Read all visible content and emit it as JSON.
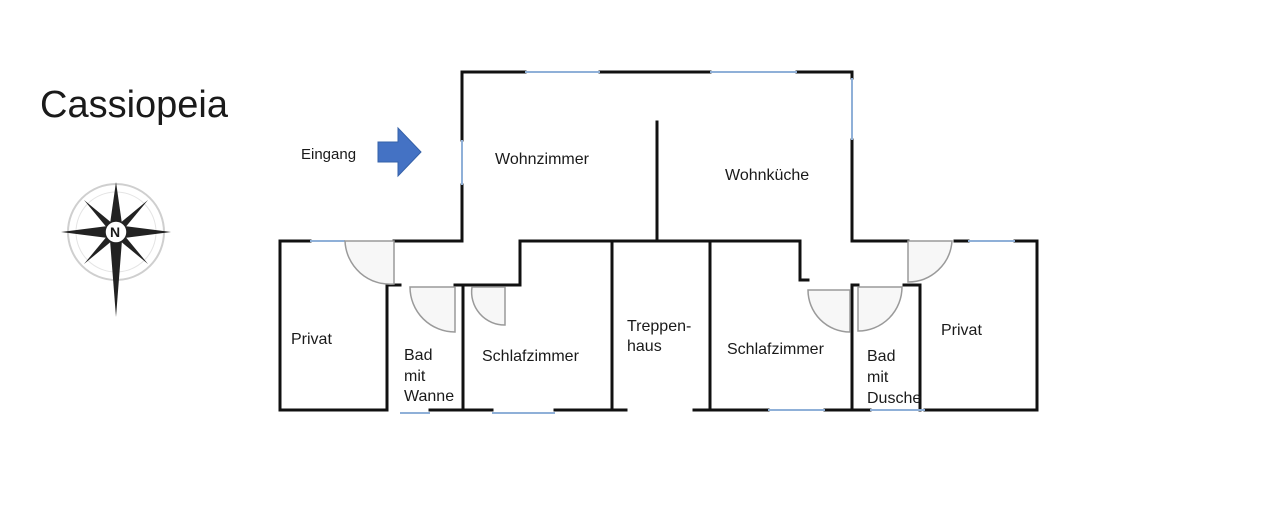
{
  "title": "Cassiopeia",
  "compass": {
    "north_label": "N"
  },
  "entrance": {
    "label": "Eingang",
    "arrow_color": "#4472c4",
    "arrow_icon": "arrow-right-icon"
  },
  "rooms": {
    "wohnzimmer": "Wohnzimmer",
    "wohnkueche": "Wohnküche",
    "privat_left": "Privat",
    "bad_wanne": [
      "Bad",
      "mit",
      "Wanne"
    ],
    "schlafzimmer_left": "Schlafzimmer",
    "treppenhaus": [
      "Treppen-",
      "haus"
    ],
    "schlafzimmer_right": "Schlafzimmer",
    "bad_dusche": [
      "Bad",
      "mit",
      "Dusche"
    ],
    "privat_right": "Privat"
  },
  "colors": {
    "wall": "#111111",
    "window": "#8fb0d8",
    "door": "#9a9a9a"
  }
}
